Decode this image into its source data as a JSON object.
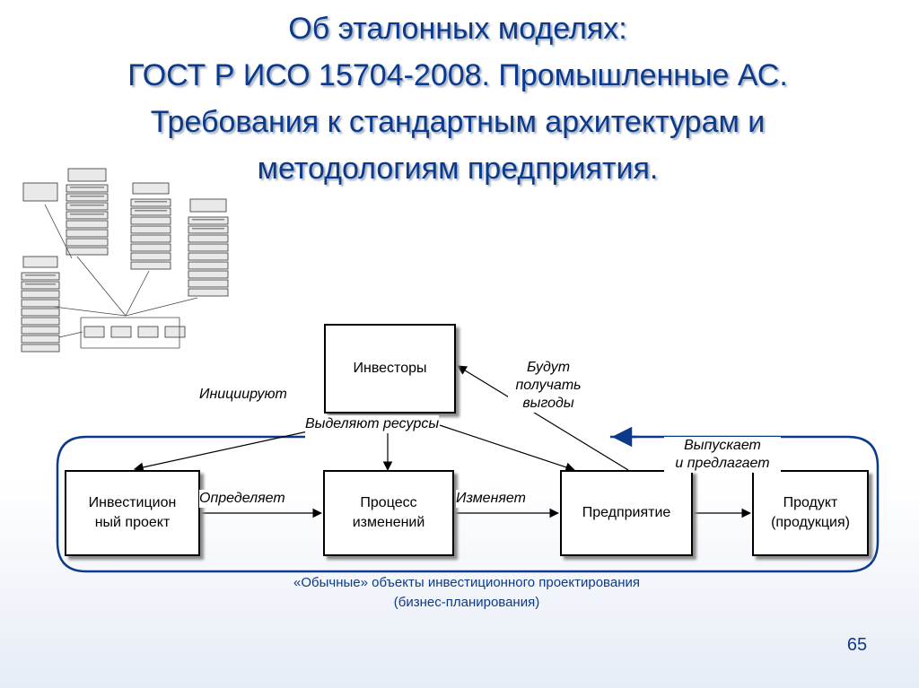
{
  "title": {
    "line1": "Об эталонных моделях:",
    "line2": "ГОСТ Р ИСО 15704-2008. Промышленные АС.",
    "line3": "Требования к стандартным архитектурам и",
    "line4": "методологиям предприятия."
  },
  "colors": {
    "title": "#0b3a8c",
    "loop": "#0b3a8c",
    "arrows": "#000000"
  },
  "diagram": {
    "boxes": {
      "investors": "Инвесторы",
      "project_l1": "Инвестицион",
      "project_l2": "ный проект",
      "process_l1": "Процесс",
      "process_l2": "изменений",
      "enterprise": "Предприятие",
      "product_l1": "Продукт",
      "product_l2": "(продукция)"
    },
    "labels": {
      "initiate": "Инициируют",
      "resources": "Выделяют ресурсы",
      "benefit_l1": "Будут",
      "benefit_l2": "получать",
      "benefit_l3": "выгоды",
      "release_l1": "Выпускает",
      "release_l2": "и предлагает",
      "defines": "Определяет",
      "changes": "Изменяет"
    },
    "caption_l1": "«Обычные» объекты инвестиционного проектирования",
    "caption_l2": "(бизнес-планирования)"
  },
  "page_number": "65"
}
